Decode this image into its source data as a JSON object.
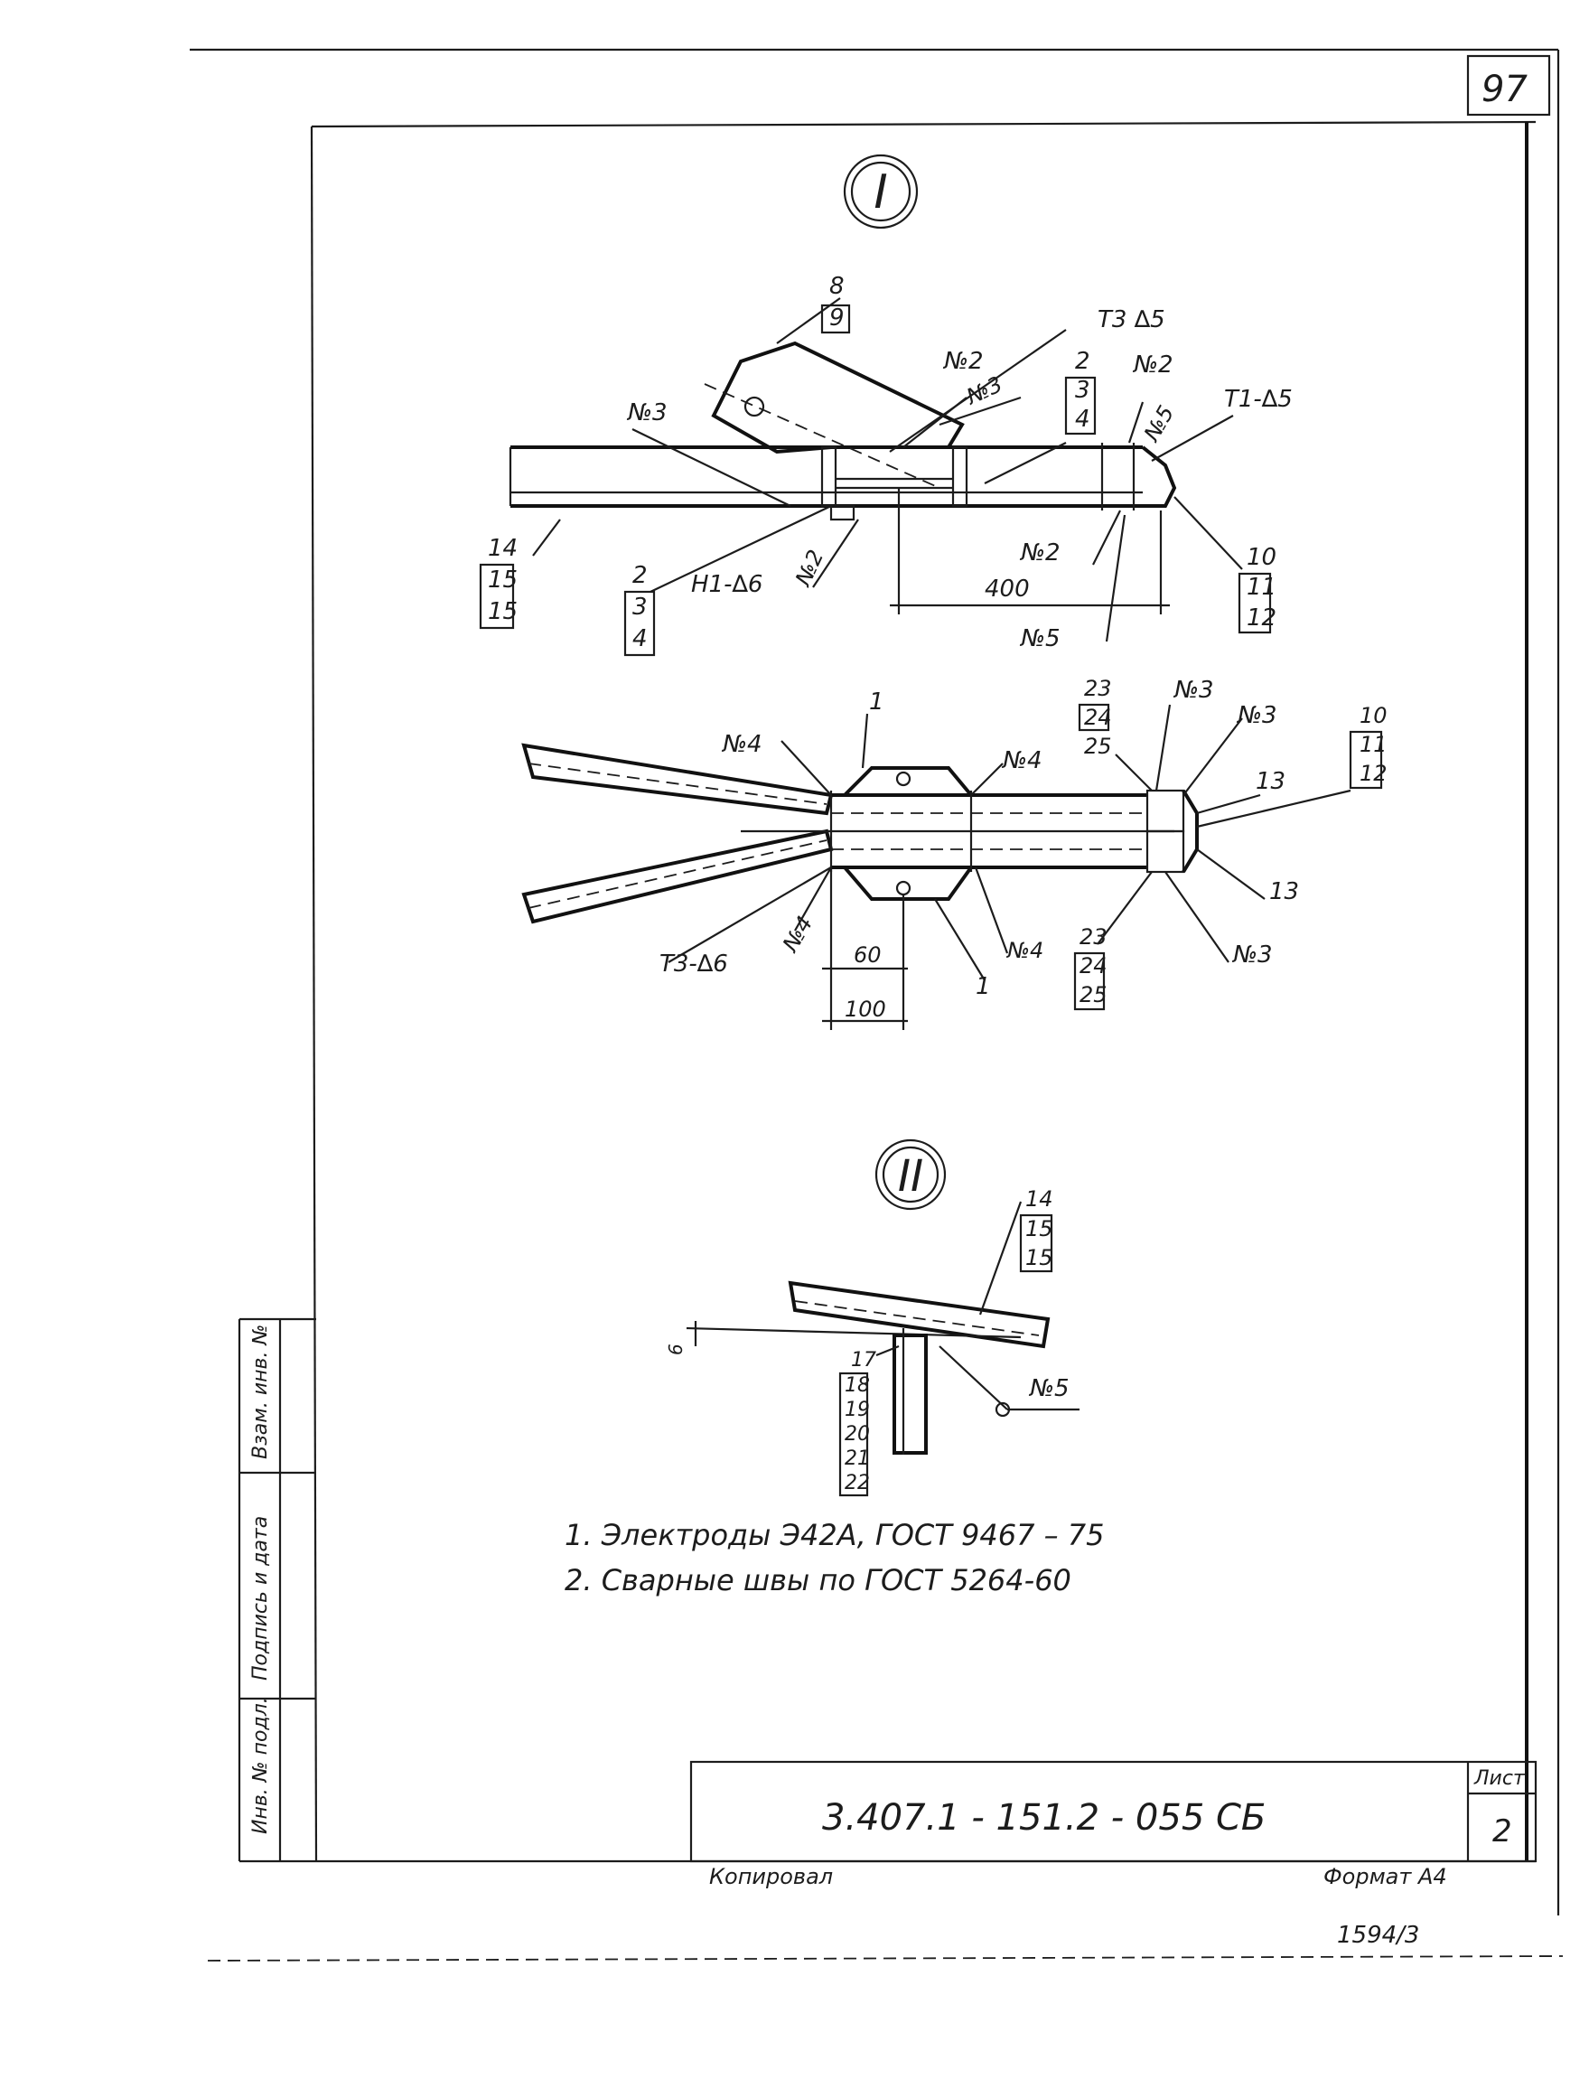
{
  "sheet_corner_number": "97",
  "view_1": {
    "marker": "I",
    "labels": {
      "p8": "8",
      "p9": "9",
      "t3a5": "Т3 ∆5",
      "n2_top": "№2",
      "n3_diag": "№3",
      "p2a": "2",
      "p3a": "3",
      "p4a": "4",
      "n2_right": "№2",
      "n5_diag": "№5",
      "t1a5": "Т1-∆5",
      "n3_left": "№3",
      "p14": "14",
      "p15": "15",
      "p16": "15",
      "p2b": "2",
      "p3b": "3",
      "p4b": "4",
      "h1a6": "Н1-∆6",
      "n2_diag": "№2",
      "n2_bottom": "№2",
      "dim_400": "400",
      "n5_bottom": "№5",
      "p10": "10",
      "p11": "11",
      "p12": "12"
    }
  },
  "view_plan": {
    "labels": {
      "p1_top": "1",
      "n4_left": "№4",
      "n4_right": "№4",
      "p23a": "23",
      "p24a": "24",
      "p25a": "25",
      "n3_a": "№3",
      "n3_b": "№3",
      "p10": "10",
      "p11": "11",
      "p12": "12",
      "p13a": "13",
      "p13b": "13",
      "t3a6": "Т3-∆6",
      "n4_diag": "№4",
      "n4_lower": "№4",
      "dim_60": "60",
      "dim_100": "100",
      "p1_bottom": "1",
      "p23b": "23",
      "p24b": "24",
      "p25b": "25",
      "n3_c": "№3"
    }
  },
  "view_2": {
    "marker": "II",
    "labels": {
      "p14": "14",
      "p15": "15",
      "p16": "15",
      "dim_6": "6",
      "p17": "17",
      "p18": "18",
      "p19": "19",
      "p20": "20",
      "p21": "21",
      "p22": "22",
      "n5": "№5"
    }
  },
  "notes": [
    "1.  Электроды Э42А,  ГОСТ 9467 – 75",
    "2.  Сварные  швы  по  ГОСТ 5264-60"
  ],
  "title_block": {
    "designation": "3.407.1 - 151.2 - 055 СБ",
    "sheet_label": "Лист",
    "sheet_number": "2"
  },
  "footer": {
    "copied": "Копировал",
    "format": "Формат А4",
    "archive_number": "1594/3"
  },
  "side_stamp": [
    "Инв. № подл.",
    "Подпись и дата",
    "Взам. инв. №"
  ]
}
